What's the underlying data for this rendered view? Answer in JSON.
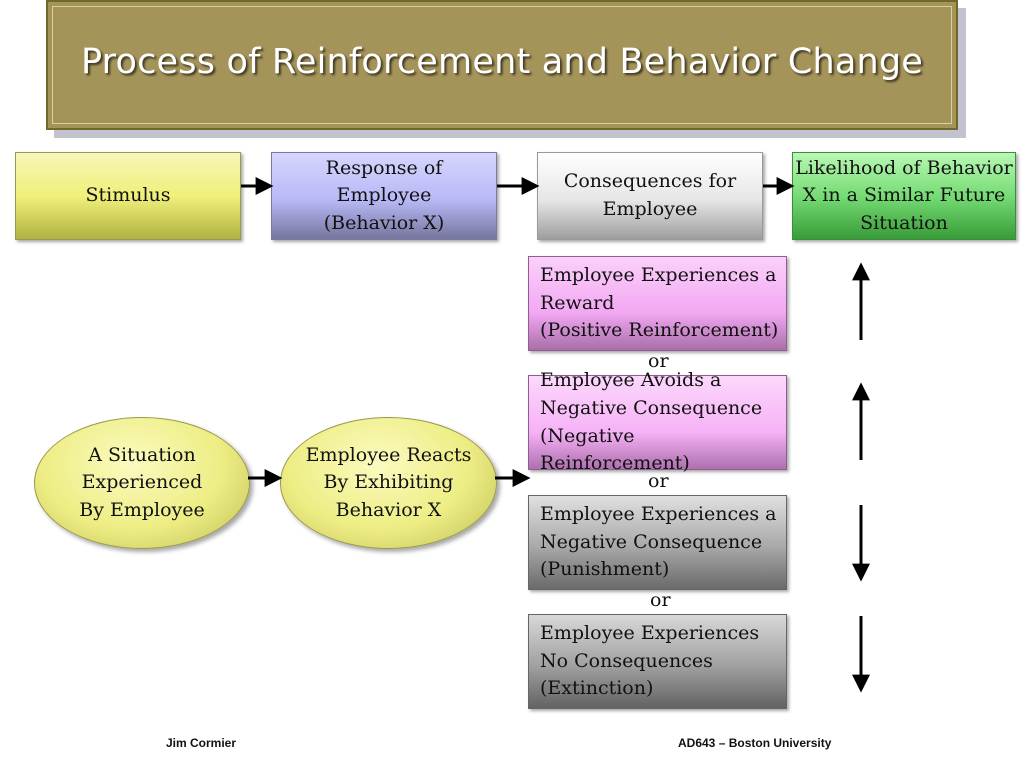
{
  "title": "Process of Reinforcement and Behavior Change",
  "top_row": {
    "stimulus": "Stimulus",
    "response": [
      "Response of",
      "Employee",
      "(Behavior X)"
    ],
    "consequences": [
      "Consequences for",
      "Employee"
    ],
    "likelihood": [
      "Likelihood of Behavior",
      "X in a Similar Future",
      "Situation"
    ]
  },
  "situation": [
    "A Situation",
    "Experienced",
    "By Employee"
  ],
  "reacts": [
    "Employee Reacts",
    "By Exhibiting",
    "Behavior X"
  ],
  "options": [
    {
      "lines": [
        "Employee Experiences a",
        "Reward",
        "(Positive Reinforcement)"
      ],
      "likelihood_direction": "up"
    },
    {
      "lines": [
        "Employee Avoids a",
        "Negative Consequence",
        "(Negative Reinforcement)"
      ],
      "likelihood_direction": "up"
    },
    {
      "lines": [
        "Employee Experiences a",
        "Negative Consequence",
        "(Punishment)"
      ],
      "likelihood_direction": "down"
    },
    {
      "lines": [
        "Employee Experiences",
        "No Consequences",
        "(Extinction)"
      ],
      "likelihood_direction": "down"
    }
  ],
  "connector": "or",
  "footer": {
    "left": "Jim Cormier",
    "right": "AD643 – Boston University"
  },
  "colors": {
    "title_bg": "#a5945a",
    "stimulus": "#f0f07a",
    "response": "#b8b8f6",
    "consequences": "#e6e6e6",
    "likelihood": "#76dc74",
    "reinforcement": "#f2a8f2",
    "punishment_extinction": "#a8a8a8",
    "ellipse": "#eded84"
  }
}
